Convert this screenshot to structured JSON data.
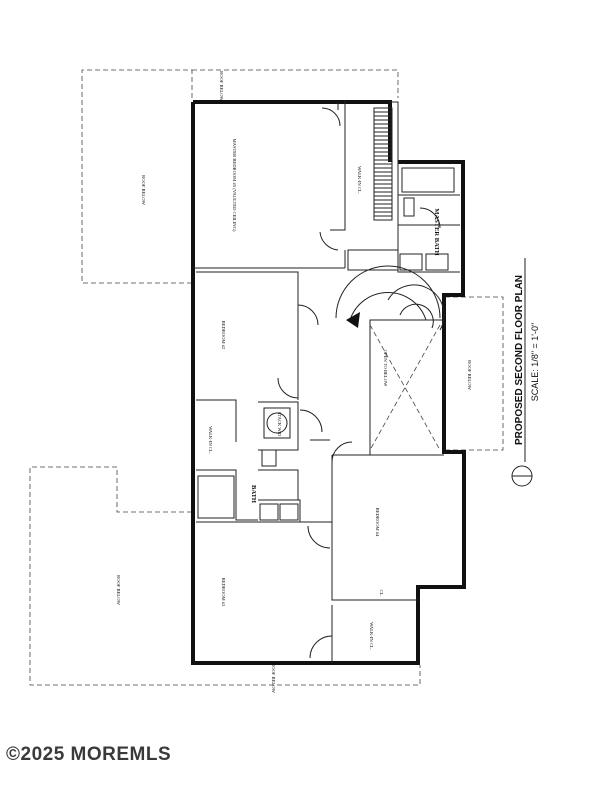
{
  "plan": {
    "title": "PROPOSED SECOND FLOOR PLAN",
    "scale": "SCALE: 1/8\" = 1'-0\""
  },
  "rooms": {
    "roof_below": "ROOF BELOW",
    "master_bedroom": "MASTER BEDROOM #5 (VAULTED CEILING)",
    "walk_in_cl": "WALK-IN CL.",
    "master_bath": "MASTER BATH",
    "bedroom2": "BEDROOM #2",
    "open_to_below": "OPEN TO BELOW",
    "stack_wd": "STACK W/D",
    "bath": "BATH",
    "bedroom3": "BEDROOM #3",
    "bedroom4": "BEDROOM #4",
    "cl": "CL."
  },
  "watermark": "©2025 MOREMLS"
}
